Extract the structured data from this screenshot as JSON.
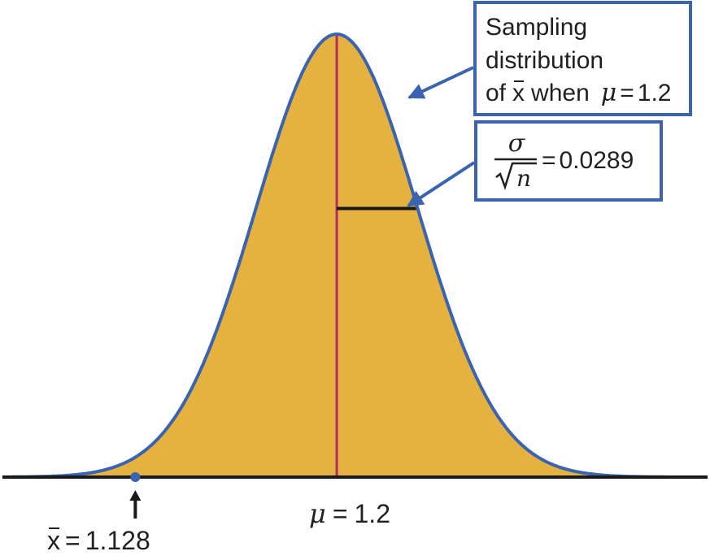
{
  "colors": {
    "fill": "#e6b23f",
    "curve": "#3a63b0",
    "mean_line": "#b52a63",
    "axis": "#1a1a1a",
    "box_border": "#3a63b0",
    "text": "#231f20"
  },
  "distribution": {
    "mean": 1.2,
    "sd": 0.0289,
    "x_range": [
      1.084,
      1.318
    ],
    "observed": 1.128
  },
  "callout_top": {
    "line1": "Sampling",
    "line2": "distribution",
    "line3_prefix": "of",
    "xbar": "x",
    "when": "when",
    "mu": "μ",
    "eq": "=",
    "value": "1.2"
  },
  "callout_sd": {
    "numerator": "σ",
    "radicand": "n",
    "eq": "=",
    "value": "0.0289"
  },
  "labels": {
    "mu_symbol": "μ",
    "mu_eq": "=",
    "mu_value": "1.2",
    "xbar_symbol": "x",
    "xbar_eq": "=",
    "xbar_value": "1.128"
  }
}
